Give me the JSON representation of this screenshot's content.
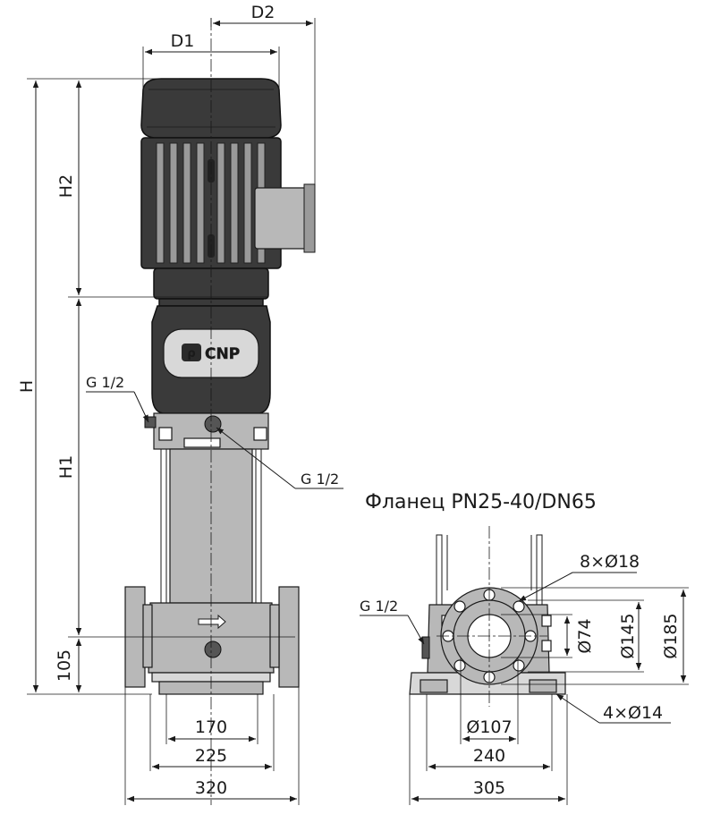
{
  "drawing": {
    "dimensions": {
      "d1": "D1",
      "d2": "D2",
      "h": "H",
      "h1": "H1",
      "h2": "H2",
      "base_height": "105",
      "width_170": "170",
      "width_225": "225",
      "width_320": "320",
      "width_240": "240",
      "width_305": "305",
      "dia_107": "Ø107",
      "dia_74": "Ø74",
      "dia_145": "Ø145",
      "dia_185": "Ø185",
      "bolt_holes": "8×Ø18",
      "base_holes": "4×Ø14"
    },
    "ports": {
      "port_left": "G 1/2",
      "port_front": "G 1/2",
      "port_side_view": "G 1/2"
    },
    "flange_title": "Фланец PN25-40/DN65",
    "brand": "CNP"
  }
}
